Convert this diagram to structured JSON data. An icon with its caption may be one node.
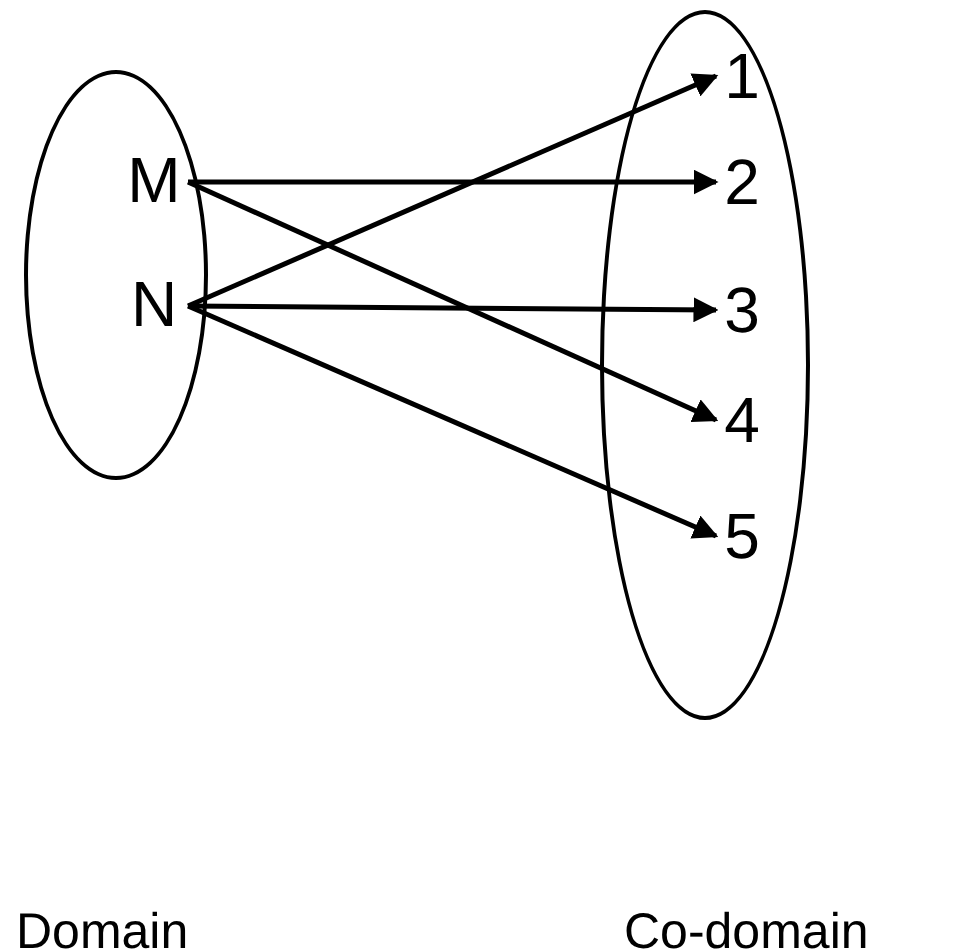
{
  "diagram": {
    "nodes": [
      {
        "text": [],
        "shape": "ellipse"
      },
      {
        "text": [
          "M"
        ],
        "in": 0
      },
      {
        "text": [
          "N"
        ],
        "in": 0
      },
      {
        "text": [],
        "shape": "ellipse"
      },
      {
        "text": [
          "1"
        ],
        "in": 3
      },
      {
        "text": [
          "2"
        ],
        "in": 3
      },
      {
        "text": [
          "3"
        ],
        "in": 3
      },
      {
        "text": [
          "4"
        ],
        "in": 3
      },
      {
        "text": [
          "5"
        ],
        "in": 3
      }
    ],
    "edges": [
      {
        "from": 1,
        "to": 5,
        "arrow": "to"
      },
      {
        "from": 1,
        "to": 7,
        "arrow": "to"
      },
      {
        "from": 2,
        "to": 4,
        "arrow": "to"
      },
      {
        "from": 2,
        "to": 6,
        "arrow": "to"
      },
      {
        "from": 2,
        "to": 8,
        "arrow": "to"
      }
    ],
    "labels": [
      "Domain",
      "Co-domain"
    ]
  }
}
